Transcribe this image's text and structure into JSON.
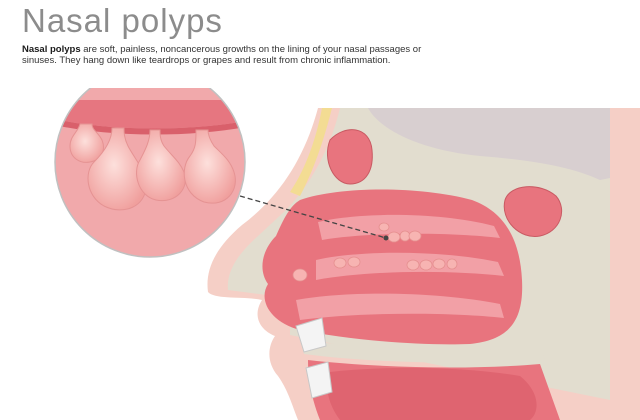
{
  "header": {
    "title": "Nasal polyps",
    "intro_term": "Nasal polyps",
    "intro_text": " are soft, painless, noncancerous growths on the lining of your nasal passages or sinuses. They hang down like teardrops or grapes and result from chronic inflammation."
  },
  "colors": {
    "title_text": "#8c8c8c",
    "mucosa": "#e8747e",
    "mucosa_light": "#f2a0a6",
    "polyp": "#f7b4b2",
    "skin": "#f5cfc6",
    "bone": "#e2ddcf",
    "sinus_cavity": "#d8cfd0",
    "leader_line": "#444444"
  },
  "icons": [
    "magnified-polyps-callout",
    "nose-cross-section",
    "polyp-cluster",
    "leader-line"
  ]
}
